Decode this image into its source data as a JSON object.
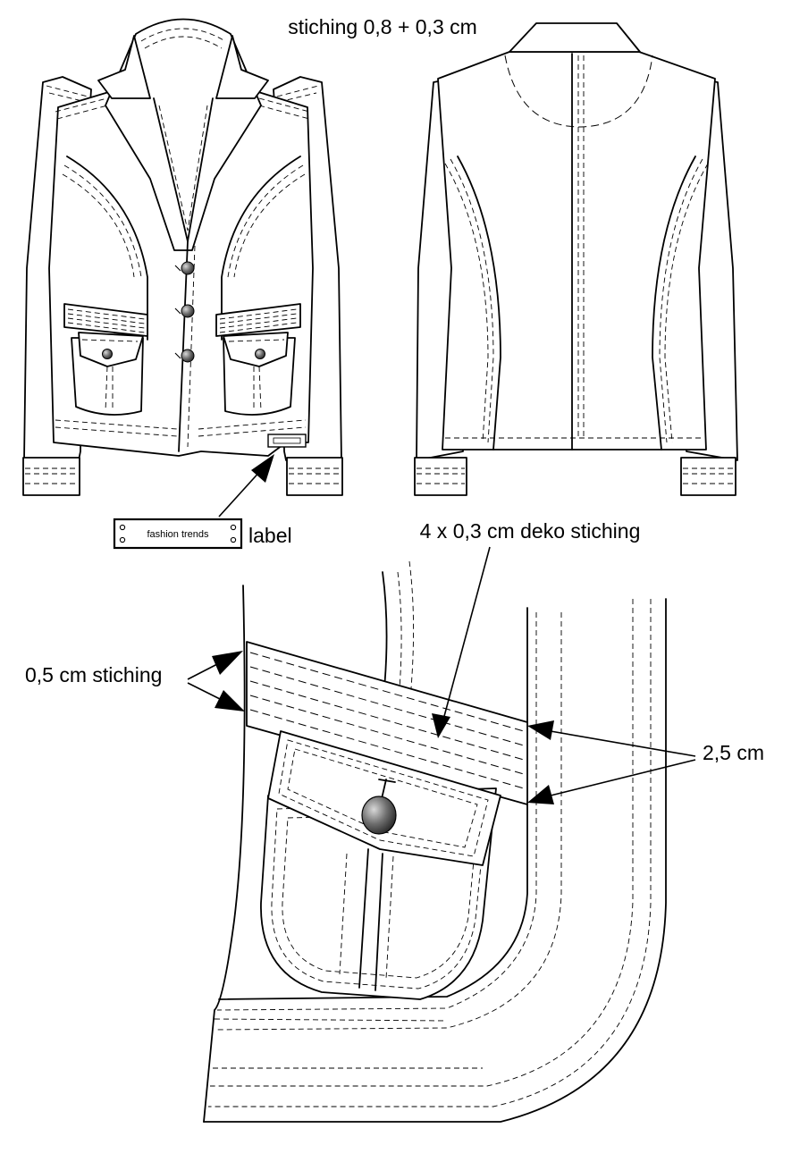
{
  "labels": {
    "top_stitching": "stiching 0,8 + 0,3 cm",
    "label_badge_text": "fashion trends",
    "label_word": "label",
    "deko_stitching": "4 x 0,3 cm deko stiching",
    "half_cm_stitching": "0,5 cm stiching",
    "band_width": "2,5 cm"
  },
  "colors": {
    "line": "#000000",
    "background": "#ffffff",
    "button_fill": "#6e6e6e"
  },
  "icons": {
    "button": "round-button-icon",
    "arrow": "triangle-arrow-icon"
  }
}
